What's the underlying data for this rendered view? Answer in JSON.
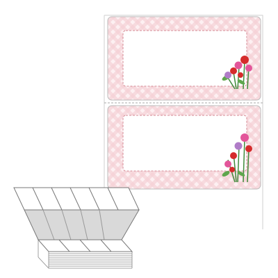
{
  "product": {
    "label_count_visible": 2,
    "background_pattern": "gingham-check",
    "decoration": "carnation-flowers",
    "label_style": "dashed-inner-frame",
    "media": "fanfold-continuous-labels"
  },
  "colors": {
    "background": "#ffffff",
    "gingham": "#f6d0d6",
    "dashed_frame": "#d48a94",
    "flower_red": "#d52b2b",
    "flower_pink": "#e3559a",
    "flower_purple": "#b07cc8",
    "stem_green": "#3f8a3a",
    "liner_gray": "#bcbcbc"
  }
}
